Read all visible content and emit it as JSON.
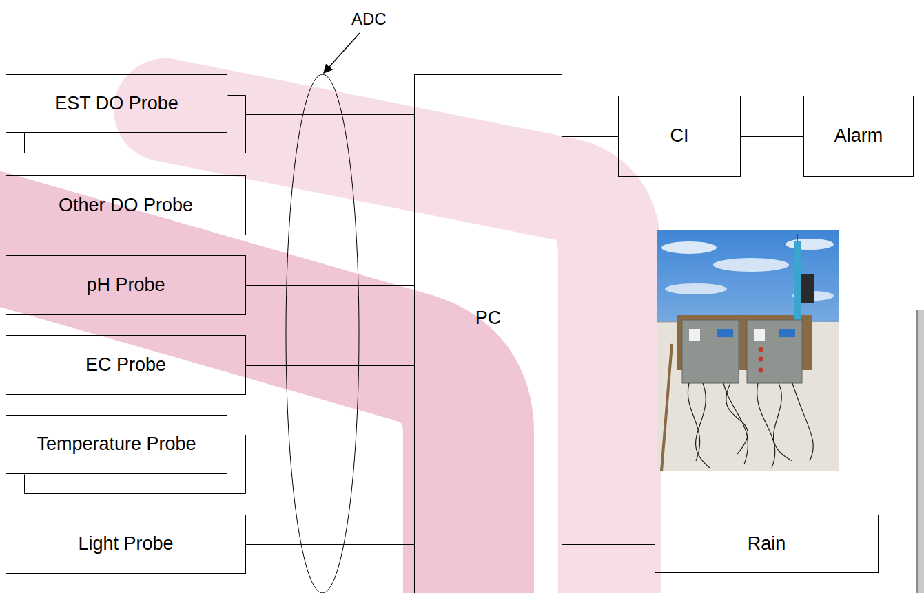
{
  "diagram": {
    "nodes": [
      {
        "text": [
          "EST DO Probe"
        ]
      },
      {
        "text": [
          "Other DO Probe"
        ]
      },
      {
        "text": [
          "pH Probe"
        ]
      },
      {
        "text": [
          "EC Probe"
        ]
      },
      {
        "text": [
          "Temperature Probe"
        ]
      },
      {
        "text": [
          "Light Probe"
        ]
      },
      {
        "text": [
          "PC"
        ]
      },
      {
        "text": [
          "CI"
        ]
      },
      {
        "text": [
          "Alarm"
        ]
      },
      {
        "text": [
          "Rain"
        ]
      }
    ],
    "edges": [
      {
        "from": 0,
        "to": 6,
        "arrow": "none"
      },
      {
        "from": 1,
        "to": 6,
        "arrow": "none"
      },
      {
        "from": 2,
        "to": 6,
        "arrow": "none"
      },
      {
        "from": 3,
        "to": 6,
        "arrow": "none"
      },
      {
        "from": 4,
        "to": 6,
        "arrow": "none"
      },
      {
        "from": 5,
        "to": 6,
        "arrow": "none"
      },
      {
        "from": 6,
        "to": 7,
        "arrow": "none"
      },
      {
        "from": 7,
        "to": 8,
        "arrow": "none"
      },
      {
        "from": 6,
        "to": 9,
        "arrow": "none"
      }
    ],
    "labels": [
      "ADC"
    ]
  }
}
